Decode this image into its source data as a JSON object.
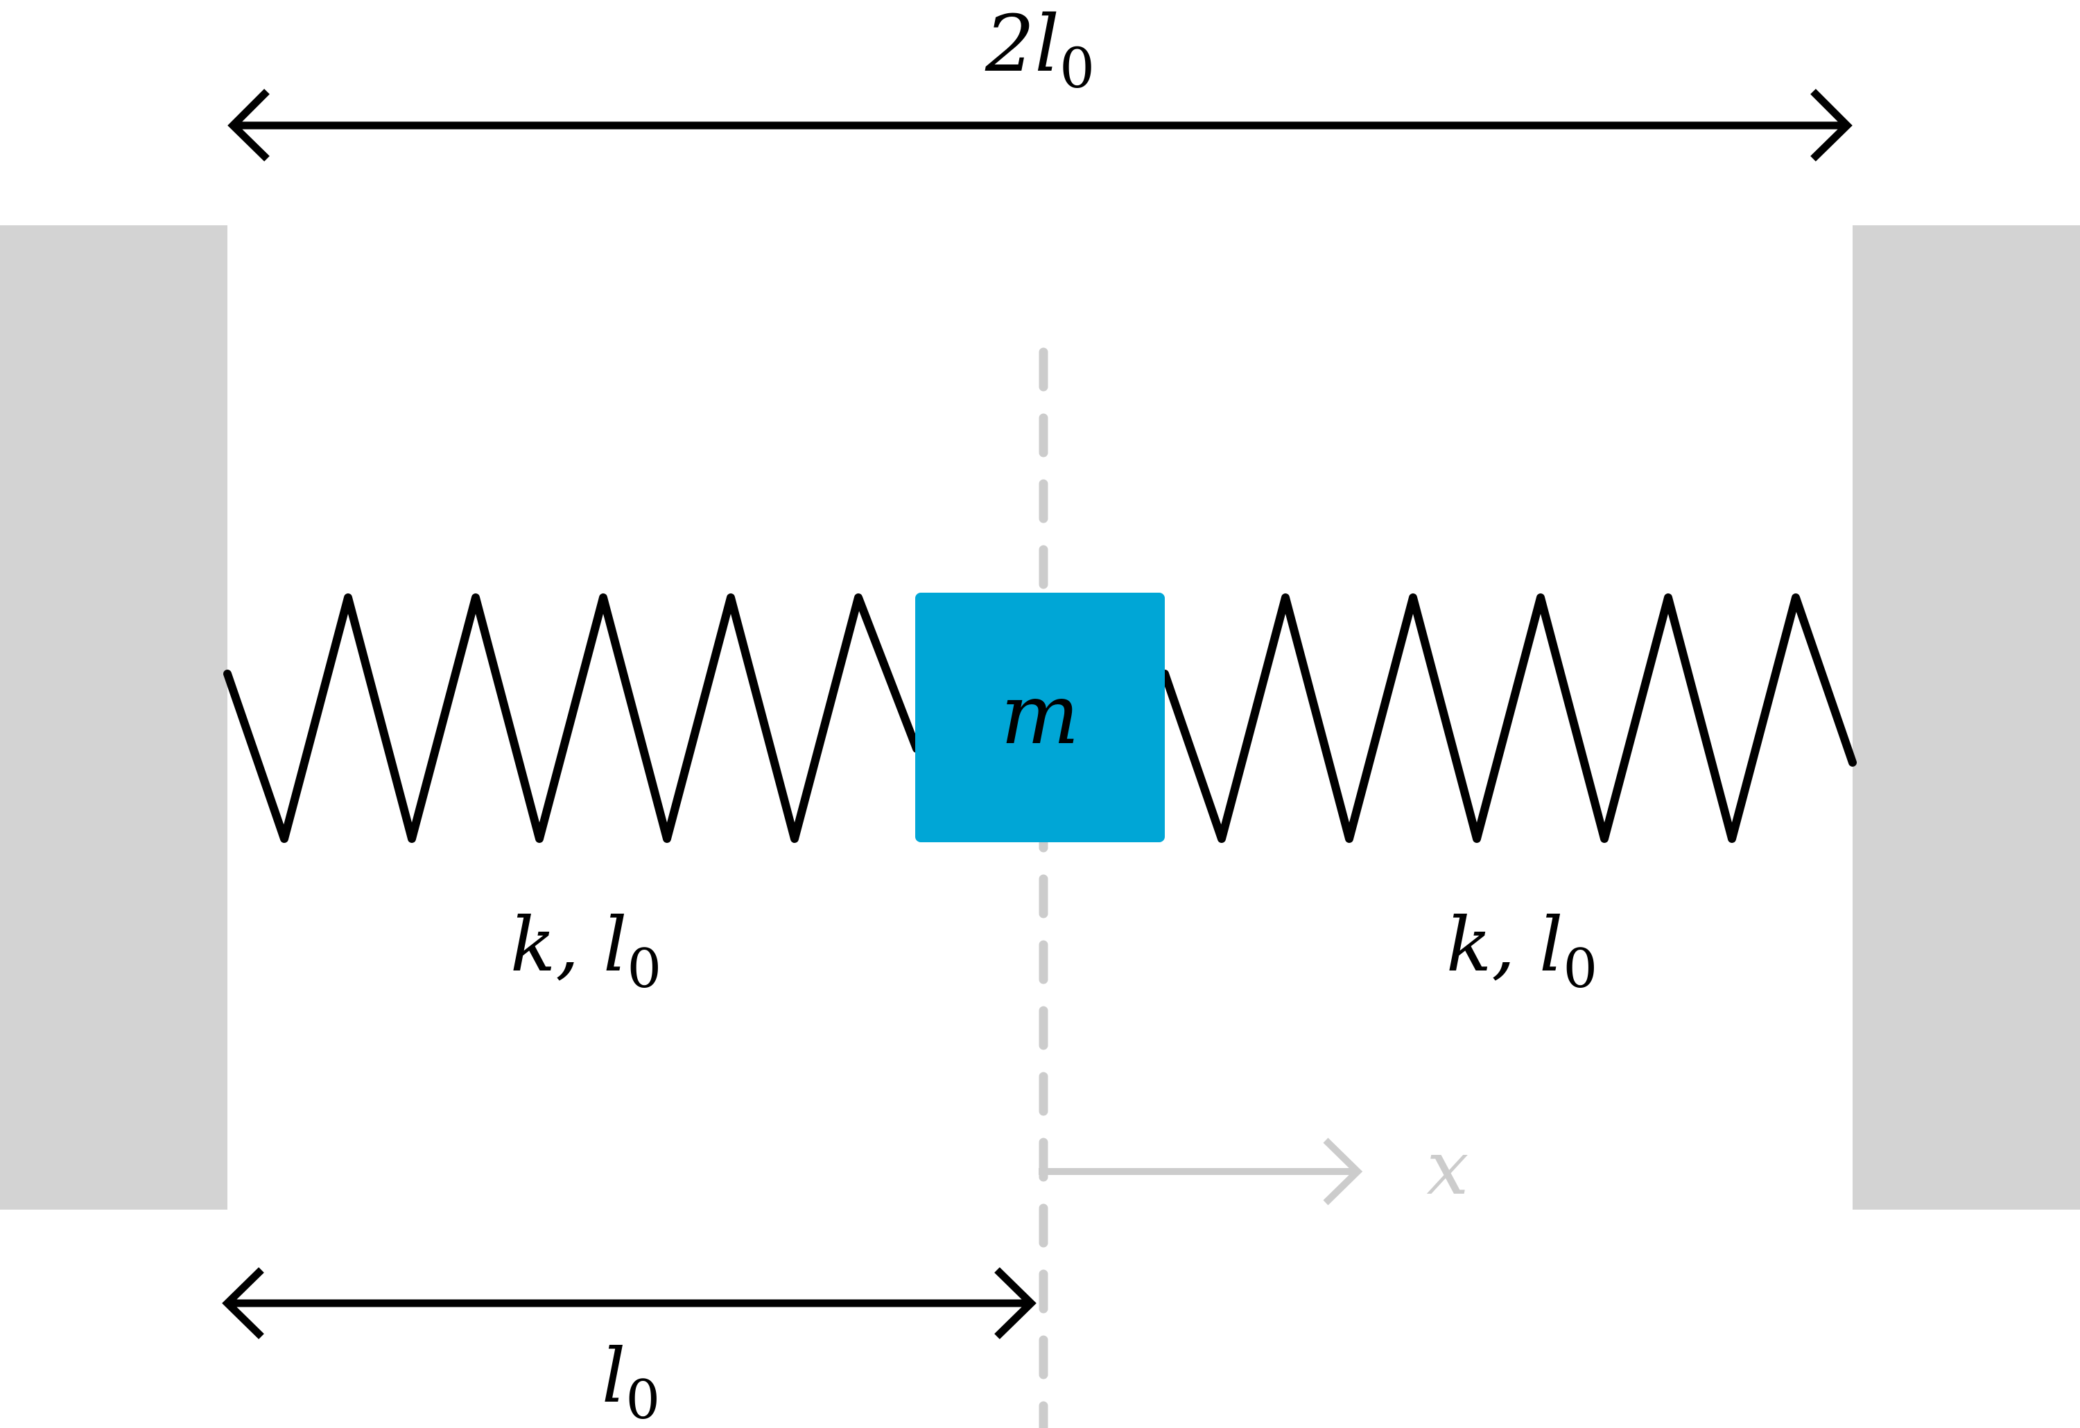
{
  "labels": {
    "total_length": {
      "main": "2l",
      "sub": "0"
    },
    "mass": "m",
    "left_spring": {
      "main": "k, l",
      "sub": "0"
    },
    "right_spring": {
      "main": "k, l",
      "sub": "0"
    },
    "axis": "x",
    "bottom_length": {
      "main": "l",
      "sub": "0"
    }
  },
  "colors": {
    "wall": "#d3d3d3",
    "mass": "#00a6d6",
    "ink": "#000000",
    "axis": "#cccccc"
  }
}
